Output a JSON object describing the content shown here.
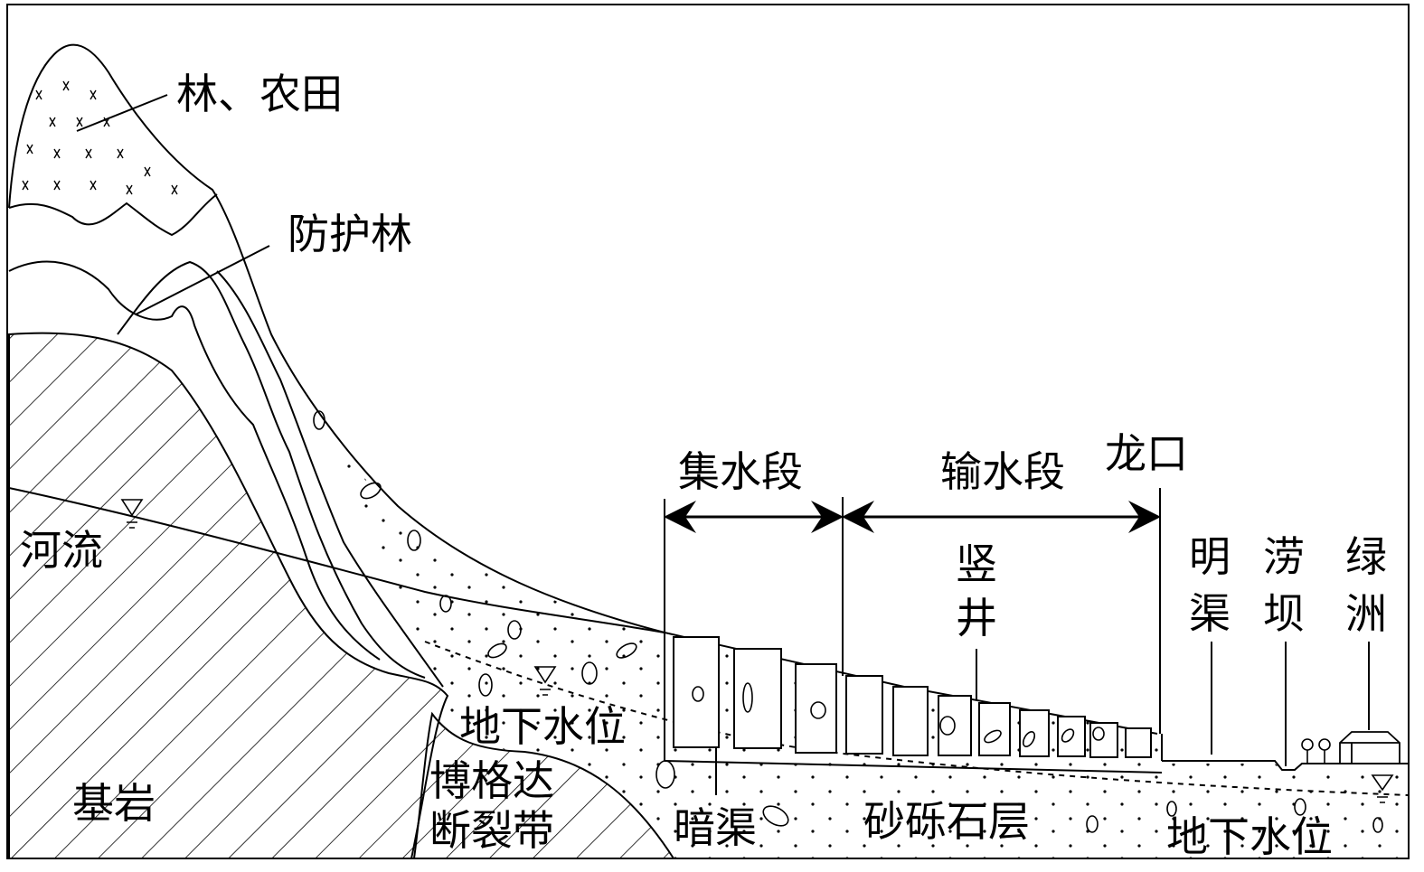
{
  "labels": {
    "forest_farmland": "林、农田",
    "shelter_forest": "防护林",
    "river": "河流",
    "bedrock": "基岩",
    "water_table_upper": "地下水位",
    "fault_line1": "博格达",
    "fault_line2": "断裂带",
    "underground_channel": "暗渠",
    "gravel_layer": "砂砾石层",
    "water_table_lower": "地下水位",
    "collection_section": "集水段",
    "conveyance_section": "输水段",
    "outlet": "龙口",
    "shaft_1": "竖",
    "shaft_2": "井",
    "open_channel_1": "明",
    "open_channel_2": "渠",
    "pond_dam_1": "涝",
    "pond_dam_2": "坝",
    "oasis_1": "绿",
    "oasis_2": "洲"
  },
  "colors": {
    "ink": "#000000",
    "background": "#ffffff"
  }
}
